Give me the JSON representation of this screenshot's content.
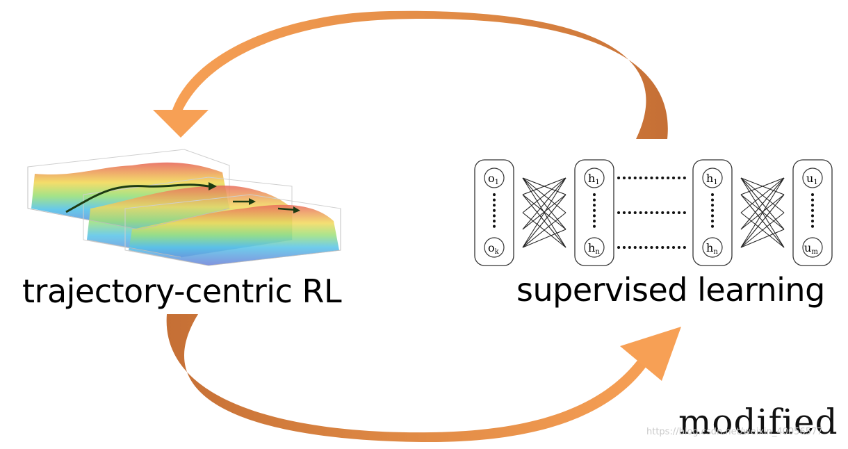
{
  "diagram": {
    "left_label": "trajectory-centric RL",
    "right_label": "supervised learning",
    "stamp": "modified",
    "watermark": "https://blog.csdn.net/weixin_40056577"
  },
  "network": {
    "input_top": "o",
    "input_top_sub": "1",
    "input_bottom": "o",
    "input_bottom_sub": "k",
    "hidden_top": "h",
    "hidden_top_sub": "1",
    "hidden_bottom": "h",
    "hidden_bottom_sub": "n",
    "output_top": "u",
    "output_top_sub": "1",
    "output_bottom": "u",
    "output_bottom_sub": "m"
  },
  "colors": {
    "arrow_light": "#f7a055",
    "arrow_dark": "#c56f35",
    "surface_low": "#6b7fd8",
    "surface_high": "#e86a5c"
  }
}
